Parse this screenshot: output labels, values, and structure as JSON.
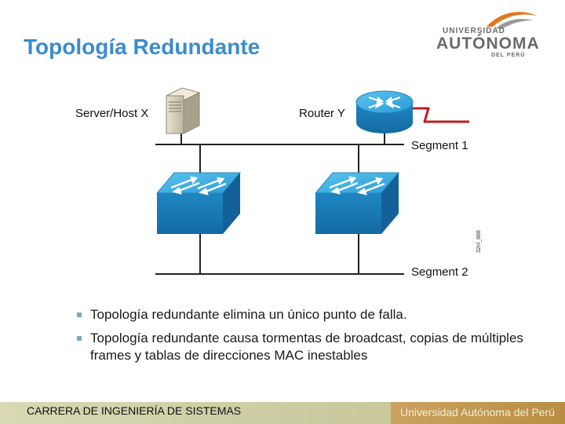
{
  "slide": {
    "title": "Topología Redundante"
  },
  "logo": {
    "line1": "UNIVERSIDAD",
    "line2": "AUTÓNOMA",
    "line3": "DEL PERÚ"
  },
  "diagram": {
    "server_label": "Server/Host X",
    "router_label": "Router Y",
    "segment1_label": "Segment 1",
    "segment2_label": "Segment 2",
    "figure_code": "32nl_888"
  },
  "bullets": [
    "Topología redundante elimina un único punto de falla.",
    "Topología redundante causa tormentas de broadcast, copias de múltiples frames y tablas de direcciones MAC inestables"
  ],
  "footer": {
    "left": "CARRERA DE INGENIERÍA DE SISTEMAS",
    "right": "Universidad Autónoma del Perú"
  },
  "colors": {
    "title": "#3b8ccf",
    "device_blue": "#2aa0d8",
    "serial_link": "#b52020",
    "logo_orange": "#e07a1e"
  }
}
